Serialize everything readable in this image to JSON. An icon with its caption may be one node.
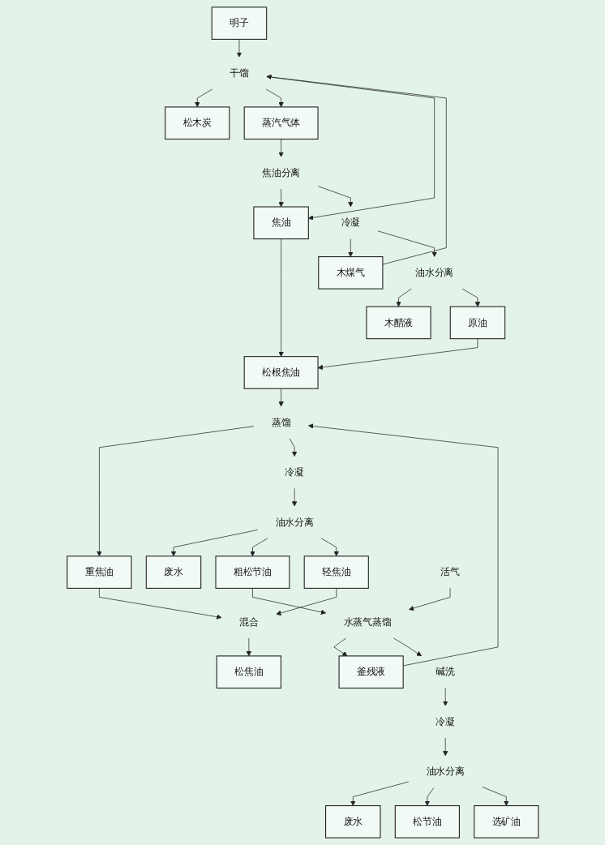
{
  "diagram": {
    "nodes": [
      {
        "text": [
          "明子"
        ]
      },
      {
        "text": [
          "干馏"
        ]
      },
      {
        "text": [
          "松木炭"
        ]
      },
      {
        "text": [
          "蒸汽气体"
        ]
      },
      {
        "text": [
          "焦油"
        ]
      },
      {
        "text": [
          "焦油分离"
        ]
      },
      {
        "text": [
          "木煤气"
        ]
      },
      {
        "text": [
          "冷凝"
        ]
      },
      {
        "text": [
          "木醋液"
        ]
      },
      {
        "text": [
          "油水分离"
        ]
      },
      {
        "text": [
          "原油"
        ]
      },
      {
        "text": [
          "松根焦油"
        ]
      },
      {
        "text": [
          "蒸馏"
        ]
      },
      {
        "text": [
          "重焦油"
        ]
      },
      {
        "text": [
          "冷凝"
        ]
      },
      {
        "text": [
          "油水分离"
        ]
      },
      {
        "text": [
          "废水"
        ]
      },
      {
        "text": [
          "粗松节油"
        ]
      },
      {
        "text": [
          "轻焦油"
        ]
      },
      {
        "text": [
          "活气"
        ]
      },
      {
        "text": [
          "水蒸气蒸馏"
        ]
      },
      {
        "text": [
          "釜残液"
        ]
      },
      {
        "text": [
          "混合"
        ]
      },
      {
        "text": [
          "松焦油"
        ]
      },
      {
        "text": [
          "碱洗"
        ]
      },
      {
        "text": [
          "冷凝"
        ]
      },
      {
        "text": [
          "油水分离"
        ]
      },
      {
        "text": [
          "废水"
        ]
      },
      {
        "text": [
          "松节油"
        ]
      },
      {
        "text": [
          "选矿油"
        ]
      }
    ],
    "edges": [
      {
        "from": 0,
        "to": 1,
        "arrow": "to"
      },
      {
        "from": 1,
        "to": 2,
        "arrow": "to"
      },
      {
        "from": 1,
        "to": 3,
        "arrow": "to"
      },
      {
        "from": 1,
        "to": 4,
        "arrow": "to"
      },
      {
        "from": 6,
        "to": 1,
        "arrow": "to"
      },
      {
        "from": 3,
        "to": 5,
        "arrow": "to"
      },
      {
        "from": 5,
        "to": 4,
        "arrow": "to"
      },
      {
        "from": 5,
        "to": 7,
        "arrow": "to"
      },
      {
        "from": 7,
        "to": 6,
        "arrow": "to"
      },
      {
        "from": 7,
        "to": 9,
        "arrow": "to"
      },
      {
        "from": 9,
        "to": 8,
        "arrow": "to"
      },
      {
        "from": 9,
        "to": 10,
        "arrow": "to"
      },
      {
        "from": 10,
        "to": 11,
        "arrow": "to"
      },
      {
        "from": 4,
        "to": 11,
        "arrow": "to"
      },
      {
        "from": 11,
        "to": 12,
        "arrow": "to"
      },
      {
        "from": 21,
        "to": 12,
        "arrow": "to"
      },
      {
        "from": 12,
        "to": 13,
        "arrow": "to"
      },
      {
        "from": 12,
        "to": 14,
        "arrow": "to"
      },
      {
        "from": 14,
        "to": 15,
        "arrow": "to"
      },
      {
        "from": 15,
        "to": 16,
        "arrow": "to"
      },
      {
        "from": 15,
        "to": 17,
        "arrow": "to"
      },
      {
        "from": 15,
        "to": 18,
        "arrow": "to"
      },
      {
        "from": 13,
        "to": 22,
        "arrow": "to"
      },
      {
        "from": 18,
        "to": 22,
        "arrow": "to"
      },
      {
        "from": 22,
        "to": 23,
        "arrow": "to"
      },
      {
        "from": 17,
        "to": 20,
        "arrow": "to"
      },
      {
        "from": 19,
        "to": 20,
        "arrow": "to"
      },
      {
        "from": 20,
        "to": 21,
        "arrow": "to"
      },
      {
        "from": 20,
        "to": 24,
        "arrow": "to"
      },
      {
        "from": 24,
        "to": 25,
        "arrow": "to"
      },
      {
        "from": 25,
        "to": 26,
        "arrow": "to"
      },
      {
        "from": 26,
        "to": 27,
        "arrow": "to"
      },
      {
        "from": 26,
        "to": 28,
        "arrow": "to"
      },
      {
        "from": 26,
        "to": 29,
        "arrow": "to"
      }
    ]
  }
}
